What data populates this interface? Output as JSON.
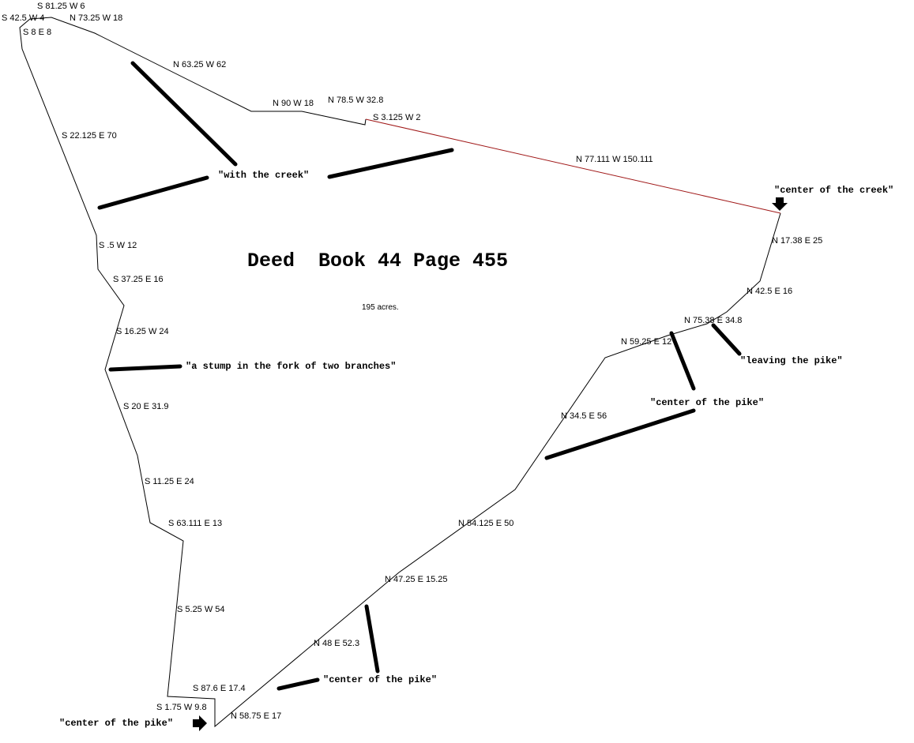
{
  "title": "Deed  Book 44 Page 455",
  "acreage": "195 acres.",
  "colors": {
    "boundary": "#000000",
    "creek_line": "#a01818",
    "marker": "#000000"
  },
  "bearings": [
    "S 81.25 W 6",
    "S 42.5 W 4",
    "N 73.25 W 18",
    "S 8 E 8",
    "N 63.25 W 62",
    "N 90 W 18",
    "N 78.5 W 32.8",
    "S 3.125 W 2",
    "N 77.111 W 150.111",
    "S 22.125 E 70",
    "S .5 W 12",
    "S 37.25 E 16",
    "S 16.25 W 24",
    "S 20 E 31.9",
    "S 11.25 E 24",
    "S 63.111 E 13",
    "S 5.25 W 54",
    "S 87.6 E 17.4",
    "S 1.75 W 9.8",
    "N 58.75 E 17",
    "N 48 E 52.3",
    "N 47.25 E 15.25",
    "N 54.125 E 50",
    "N 34.5 E 56",
    "N 59.25 E 12",
    "N 75.38 E 34.8",
    "N 42.5 E 16",
    "N 17.38 E 25"
  ],
  "annotations": [
    "\"with the creek\"",
    "\"center of the creek\"",
    "\"a stump in the fork of two branches\"",
    "\"leaving the pike\"",
    "\"center of the pike\"",
    "\"center of the pike\"",
    "\"center of the pike\""
  ],
  "icons": [
    "arrow-down-icon",
    "arrow-right-icon"
  ]
}
